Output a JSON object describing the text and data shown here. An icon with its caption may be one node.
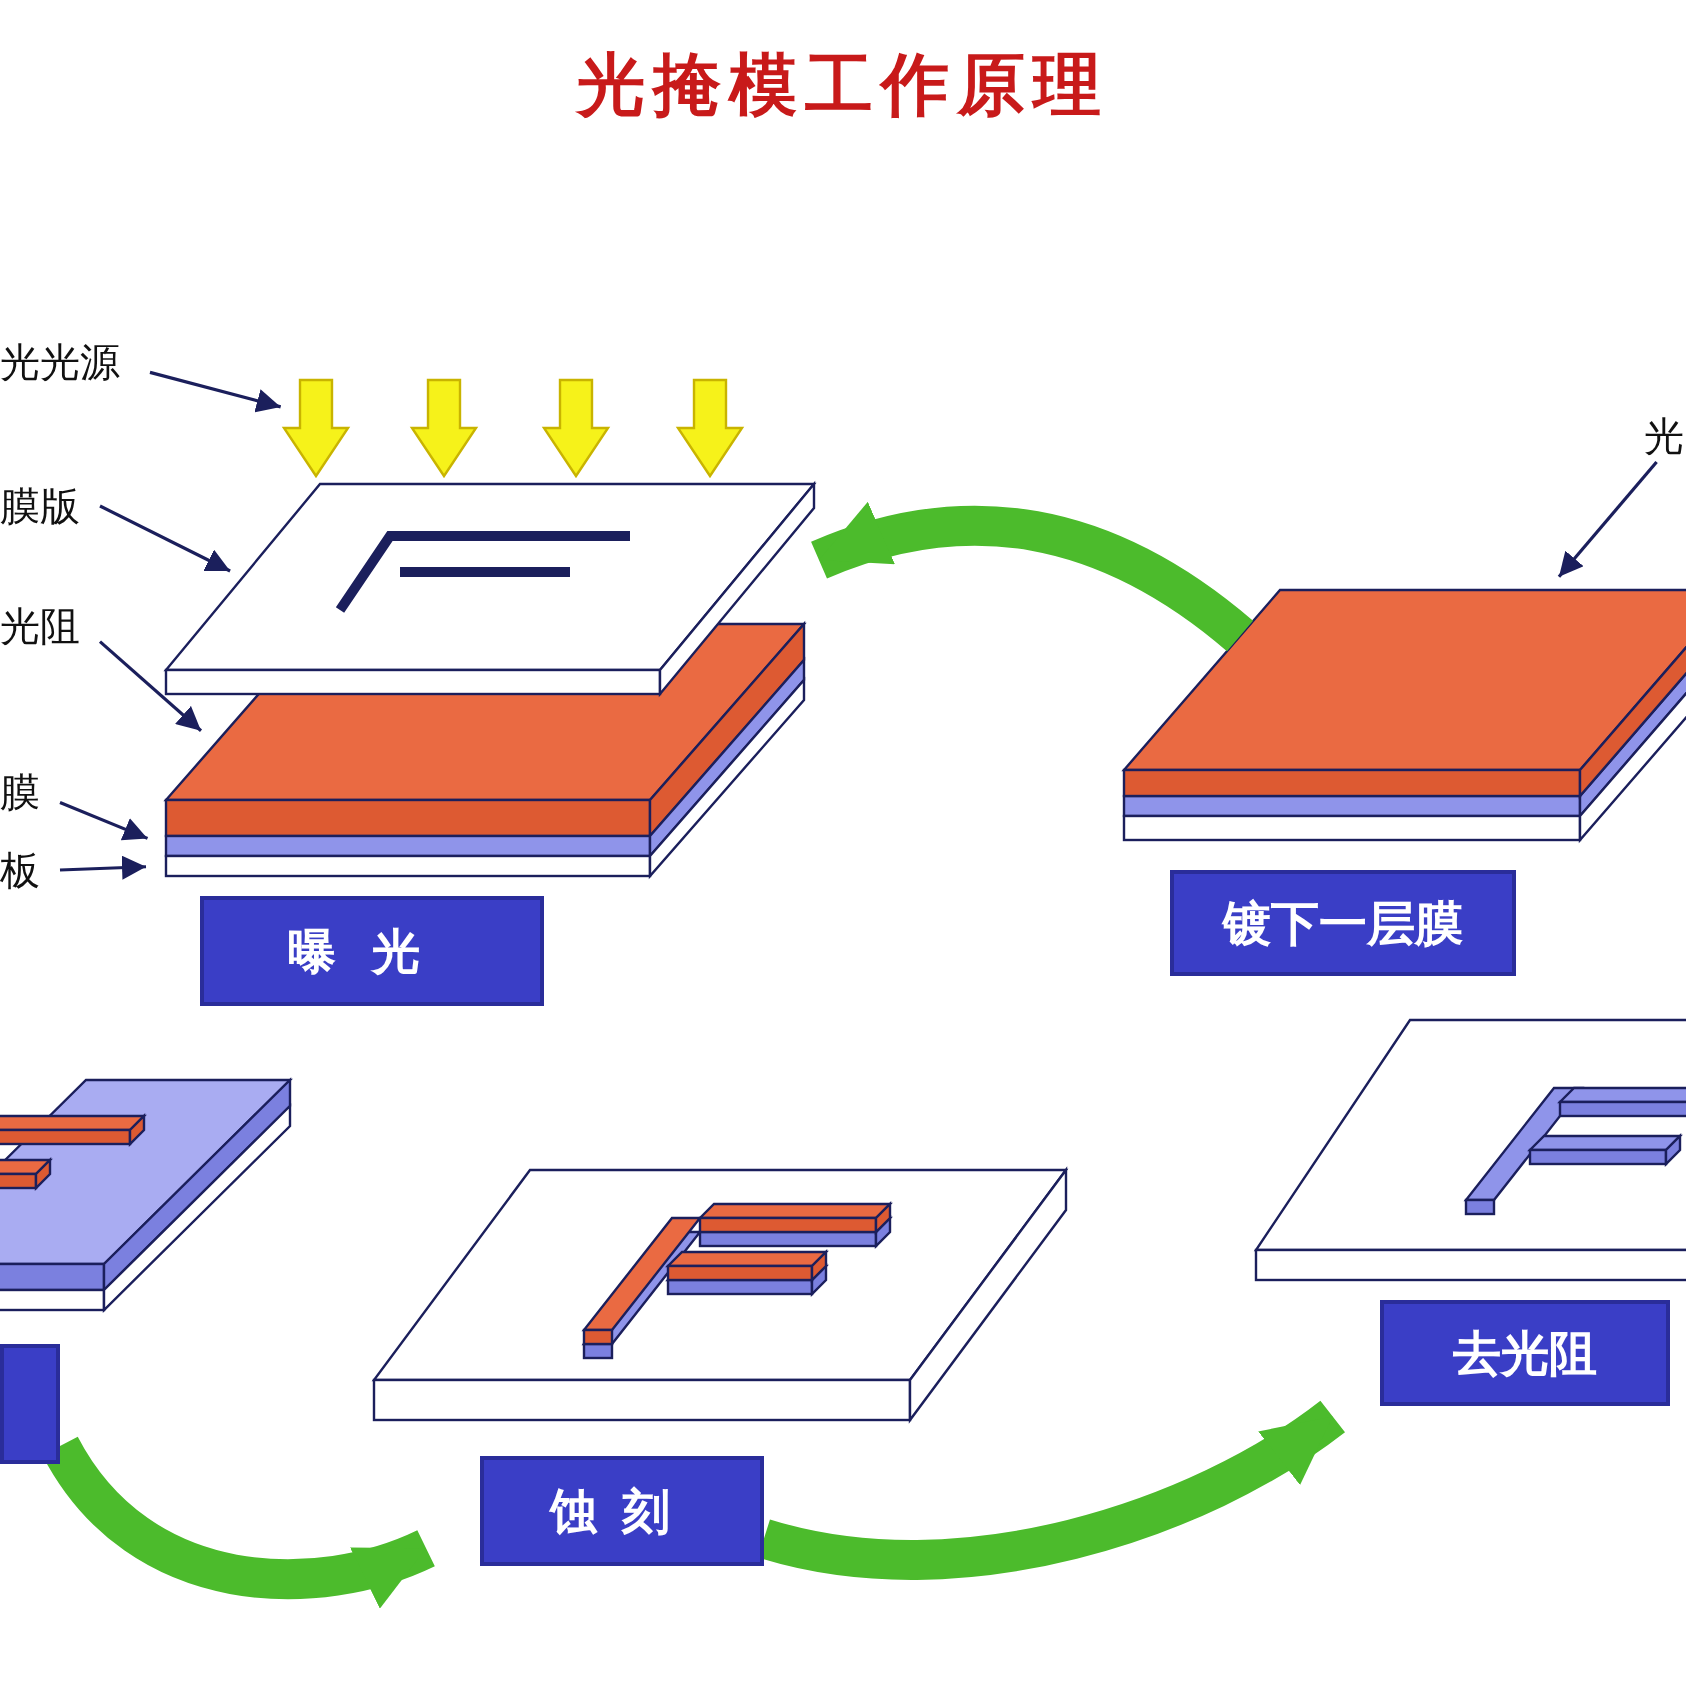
{
  "diagram": {
    "title": "光掩模工作原理",
    "nodes": [
      {
        "text": [
          "曝光"
        ]
      },
      {
        "text": [
          "镀下一层膜"
        ]
      },
      {
        "text": [],
        "shape": "box"
      },
      {
        "text": [
          "蚀刻"
        ]
      },
      {
        "text": [
          "去光阻"
        ]
      },
      {
        "text": [
          "光光源"
        ]
      },
      {
        "text": [],
        "shape": "arrow"
      },
      {
        "text": [
          "膜版"
        ]
      },
      {
        "text": [],
        "shape": "box"
      },
      {
        "text": [
          "光阻"
        ]
      },
      {
        "text": [],
        "shape": "box"
      },
      {
        "text": [
          "膜"
        ]
      },
      {
        "text": [],
        "shape": "bar"
      },
      {
        "text": [
          "板"
        ]
      },
      {
        "text": [],
        "shape": "bar"
      },
      {
        "text": [
          "光"
        ]
      },
      {
        "text": [],
        "shape": "box"
      }
    ],
    "edges": [
      {
        "from": 16,
        "to": 8,
        "arrow": "to",
        "style": "thick",
        "color": "#4cbb2c"
      },
      {
        "from": 2,
        "to": 3,
        "arrow": "to",
        "style": "thick",
        "color": "#4cbb2c"
      },
      {
        "from": 3,
        "to": 4,
        "arrow": "to",
        "style": "thick",
        "color": "#4cbb2c"
      },
      {
        "from": 5,
        "to": 6,
        "arrow": "to"
      },
      {
        "from": 7,
        "to": 8,
        "arrow": "to"
      },
      {
        "from": 9,
        "to": 10,
        "arrow": "to"
      },
      {
        "from": 11,
        "to": 12,
        "arrow": "to"
      },
      {
        "from": 13,
        "to": 14,
        "arrow": "to"
      },
      {
        "from": 15,
        "to": 16,
        "arrow": "to"
      }
    ]
  }
}
